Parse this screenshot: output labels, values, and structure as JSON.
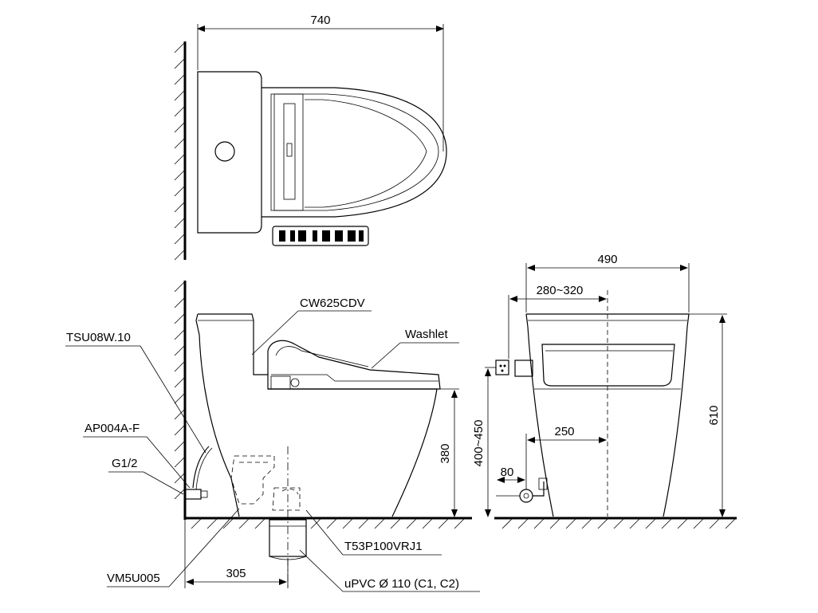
{
  "dimensions": {
    "top_width": "740",
    "side_rough_in": "305",
    "side_seat_height": "380",
    "front_width": "490",
    "front_range": "280~320",
    "front_height": "610",
    "front_supply_height": "400~450",
    "front_offset_250": "250",
    "front_offset_80": "80"
  },
  "labels": {
    "seat_model": "CW625CDV",
    "washlet": "Washlet",
    "valve": "TSU08W.10",
    "angle_valve": "AP004A-F",
    "thread": "G1/2",
    "bolt_kit": "VM5U005",
    "flange": "T53P100VRJ1",
    "pipe": "uPVC Ø 110 (C1, C2)"
  }
}
